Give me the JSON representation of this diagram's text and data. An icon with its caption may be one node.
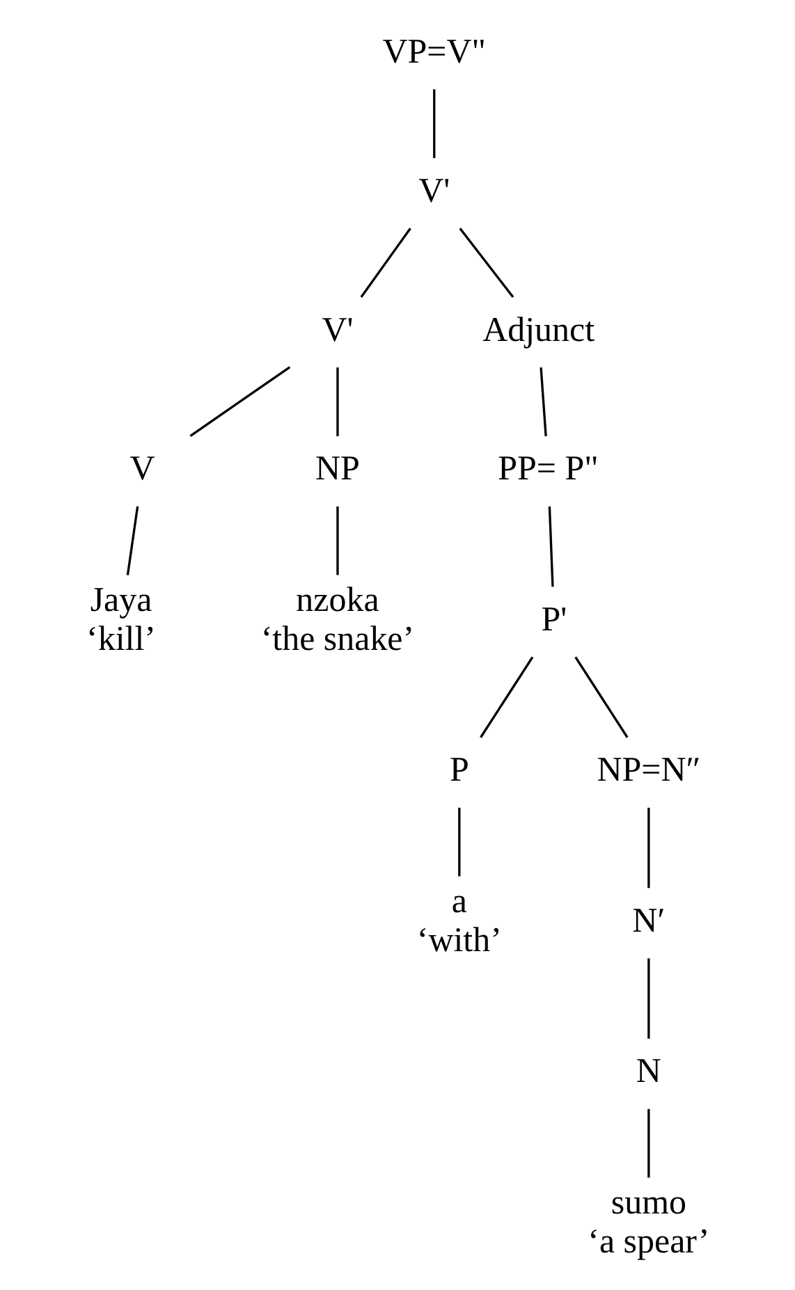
{
  "diagram": {
    "nodes": [
      {
        "text": [
          "VP=V\""
        ]
      },
      {
        "text": [
          "V'"
        ]
      },
      {
        "text": [
          "V'"
        ]
      },
      {
        "text": [
          "Adjunct"
        ]
      },
      {
        "text": [
          "V"
        ]
      },
      {
        "text": [
          "NP"
        ]
      },
      {
        "text": [
          "PP= P\""
        ]
      },
      {
        "text": [
          "Jaya"
        ],
        "beside": [
          "‘kill’"
        ]
      },
      {
        "text": [
          "nzoka"
        ],
        "beside": [
          "‘the snake’"
        ]
      },
      {
        "text": [
          "P'"
        ]
      },
      {
        "text": [
          "P"
        ]
      },
      {
        "text": [
          "NP=N″"
        ]
      },
      {
        "text": [
          "a"
        ],
        "beside": [
          "‘with’"
        ]
      },
      {
        "text": [
          "N′"
        ]
      },
      {
        "text": [
          "N"
        ]
      },
      {
        "text": [
          "sumo"
        ],
        "beside": [
          "‘a spear’"
        ]
      }
    ],
    "edges": [
      {
        "from": 0,
        "to": 1,
        "arrow": "none"
      },
      {
        "from": 1,
        "to": 2,
        "arrow": "none"
      },
      {
        "from": 1,
        "to": 3,
        "arrow": "none"
      },
      {
        "from": 2,
        "to": 4,
        "arrow": "none"
      },
      {
        "from": 2,
        "to": 5,
        "arrow": "none"
      },
      {
        "from": 3,
        "to": 6,
        "arrow": "none"
      },
      {
        "from": 4,
        "to": 7,
        "arrow": "none"
      },
      {
        "from": 5,
        "to": 8,
        "arrow": "none"
      },
      {
        "from": 6,
        "to": 9,
        "arrow": "none"
      },
      {
        "from": 9,
        "to": 10,
        "arrow": "none"
      },
      {
        "from": 9,
        "to": 11,
        "arrow": "none"
      },
      {
        "from": 10,
        "to": 12,
        "arrow": "none"
      },
      {
        "from": 11,
        "to": 13,
        "arrow": "none"
      },
      {
        "from": 13,
        "to": 14,
        "arrow": "none"
      },
      {
        "from": 14,
        "to": 15,
        "arrow": "none"
      }
    ]
  }
}
